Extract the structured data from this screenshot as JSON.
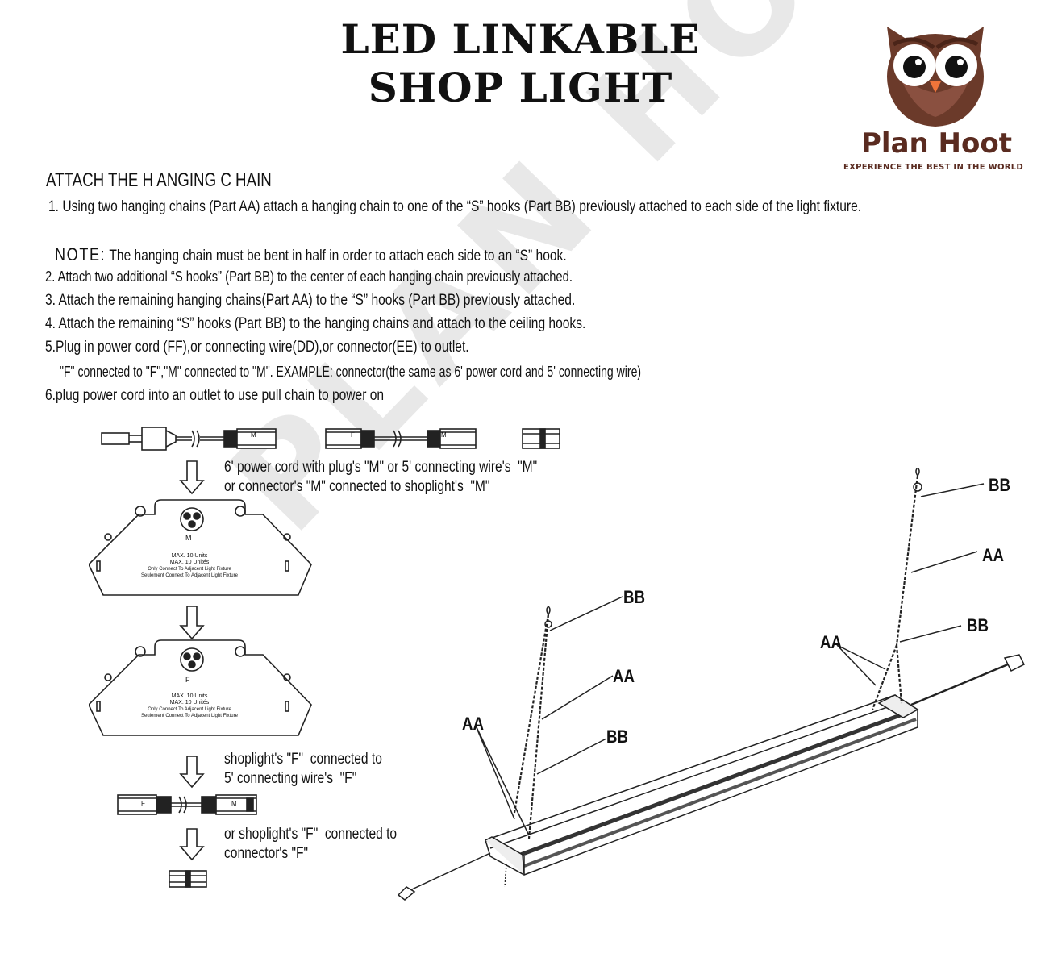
{
  "title": {
    "line1": "LED LINKABLE",
    "line2": "SHOP LIGHT"
  },
  "brand": {
    "name": "Plan Hoot",
    "tagline": "EXPERIENCE THE BEST IN THE WORLD"
  },
  "watermark": "PLAN HOOT",
  "section_heading": "ATTACH THE H ANGING C HAIN",
  "steps": {
    "s1": "1. Using two hanging chains (Part AA) attach a hanging chain to one of the “S” hooks (Part BB) previously attached to each side of the light fixture.",
    "note_label": "NOTE:",
    "note_text": "The hanging chain must be bent in half in order to attach each side to an “S” hook.",
    "s2": "2. Attach two additional “S hooks” (Part BB) to the center of each hanging chain previously attached.",
    "s3": "3. Attach the remaining hanging chains(Part AA) to the “S” hooks (Part BB) previously attached.",
    "s4": "4. Attach the remaining “S” hooks (Part BB) to the hanging chains and attach to the ceiling hooks.",
    "s5": "5.Plug in power cord (FF),or connecting wire(DD),or connector(EE) to outlet.",
    "s5b": "\"F\" connected to \"F\",\"M\" connected to \"M\". EXAMPLE: connector(the same as 6' power cord and 5' connecting wire)",
    "s6": "6.plug power cord into an outlet to use pull chain to power on"
  },
  "captions": {
    "c1": "6' power cord with plug's \"M\" or 5' connecting wire's  \"M\"\nor connector's \"M\" connected to shoplight's  \"M\"",
    "c2": "shoplight's \"F\"  connected to\n5' connecting wire's  \"F\"",
    "c3": "or shoplight's \"F\"  connected to\nconnector's \"F\""
  },
  "plates": {
    "top": {
      "port": "M",
      "line1": "MAX. 10  Units",
      "line2": "MAX. 10  Unités",
      "line3": "Only Connect To Adjacent Light Fixture",
      "line4": "Seulement Connect To Adjacent Light Fixture"
    },
    "bottom": {
      "port": "F",
      "line1": "MAX. 10  Units",
      "line2": "MAX. 10  Unités",
      "line3": "Only Connect To Adjacent Light Fixture",
      "line4": "Seulement Connect To Adjacent Light Fixture"
    }
  },
  "connector_letters": {
    "m": "M",
    "f": "F"
  },
  "part_labels": {
    "bb": "BB",
    "aa": "AA"
  },
  "colors": {
    "brand": "#5a2b20",
    "owl_body": "#6b3a2a",
    "owl_beak": "#f0743a",
    "watermark": "#e8e8e8"
  }
}
